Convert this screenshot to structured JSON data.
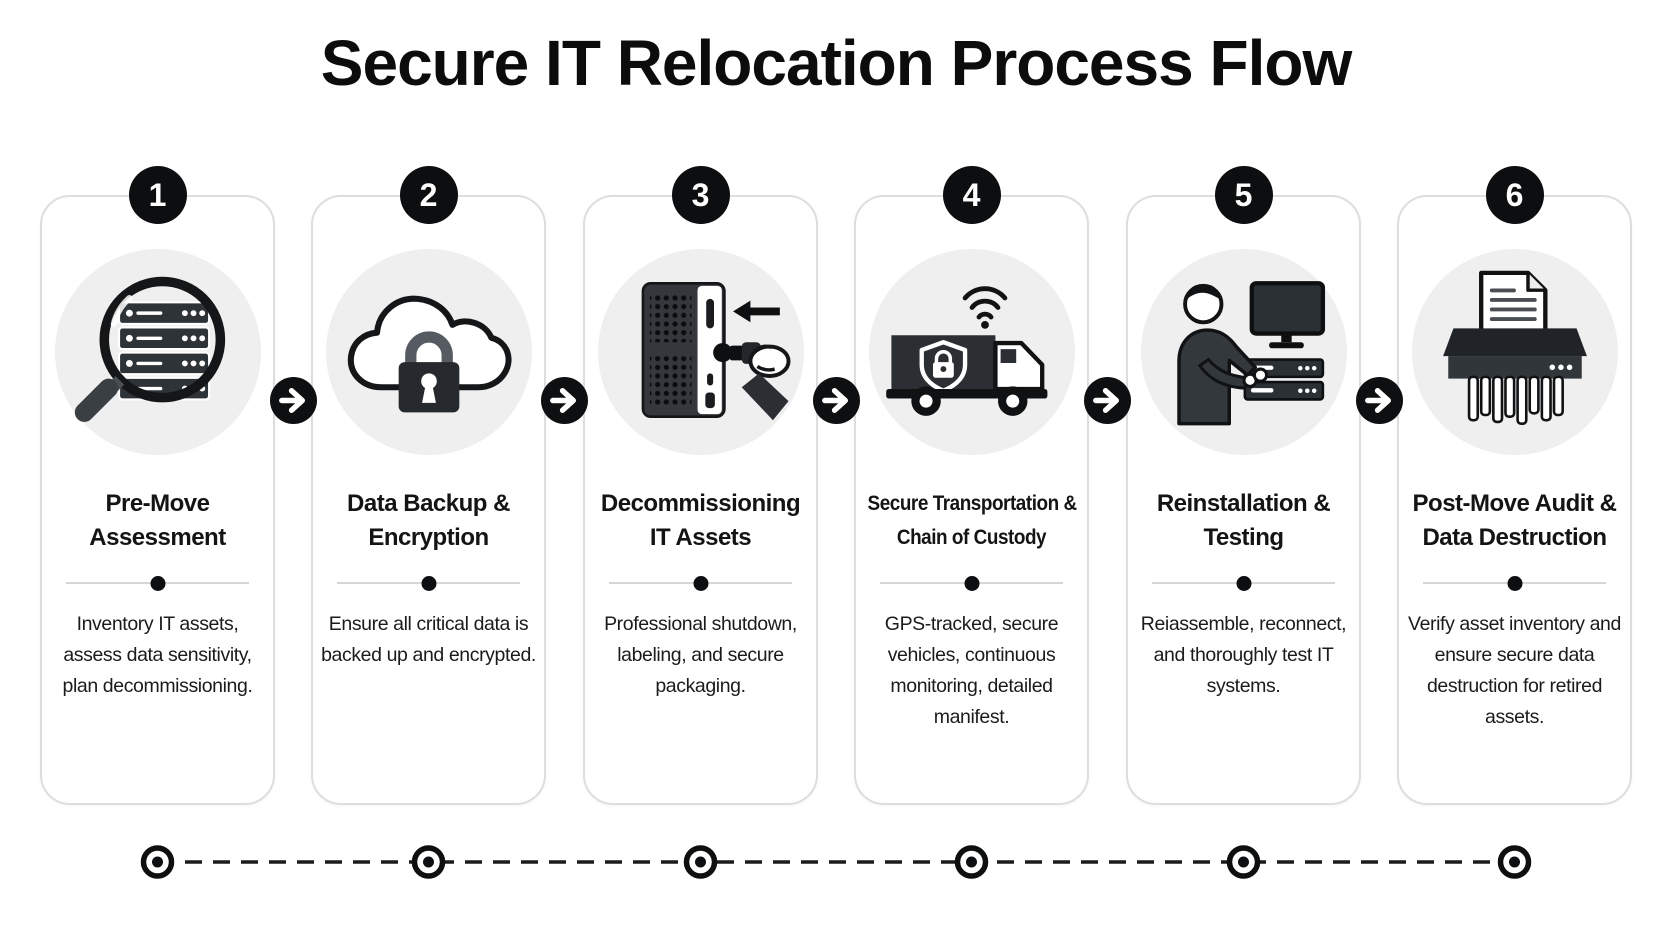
{
  "title": "Secure IT Relocation Process Flow",
  "steps": [
    {
      "number": "1",
      "icon": "magnifier-servers-icon",
      "title_lines": [
        "Pre-Move",
        "Assessment"
      ],
      "description": "Inventory IT assets, assess data sensitivity, plan decommissioning."
    },
    {
      "number": "2",
      "icon": "cloud-lock-icon",
      "title_lines": [
        "Data Backup &",
        "Encryption"
      ],
      "description": "Ensure all critical data is backed up and encrypted."
    },
    {
      "number": "3",
      "icon": "unplug-server-icon",
      "title_lines": [
        "Decommissioning",
        "IT Assets"
      ],
      "description": "Professional shutdown, labeling, and secure packaging."
    },
    {
      "number": "4",
      "icon": "secure-truck-icon",
      "title_lines": [
        "Secure Transportation &",
        "Chain of Custody"
      ],
      "description": "GPS-tracked, secure vehicles, continuous monitoring, detailed manifest."
    },
    {
      "number": "5",
      "icon": "technician-workstation-icon",
      "title_lines": [
        "Reinstallation &",
        "Testing"
      ],
      "description": "Reiassemble, reconnect, and thoroughly test IT systems."
    },
    {
      "number": "6",
      "icon": "shredder-icon",
      "title_lines": [
        "Post-Move Audit &",
        "Data Destruction"
      ],
      "description": "Verify asset inventory and ensure secure data destruction for retired assets."
    }
  ],
  "colors": {
    "background": "#ffffff",
    "ink": "#0d0e0f",
    "icon_dark_fill": "#2e3338",
    "icon_circle_bg": "#efefef",
    "card_border": "#dedede",
    "divider_line": "#d6d6d6"
  }
}
